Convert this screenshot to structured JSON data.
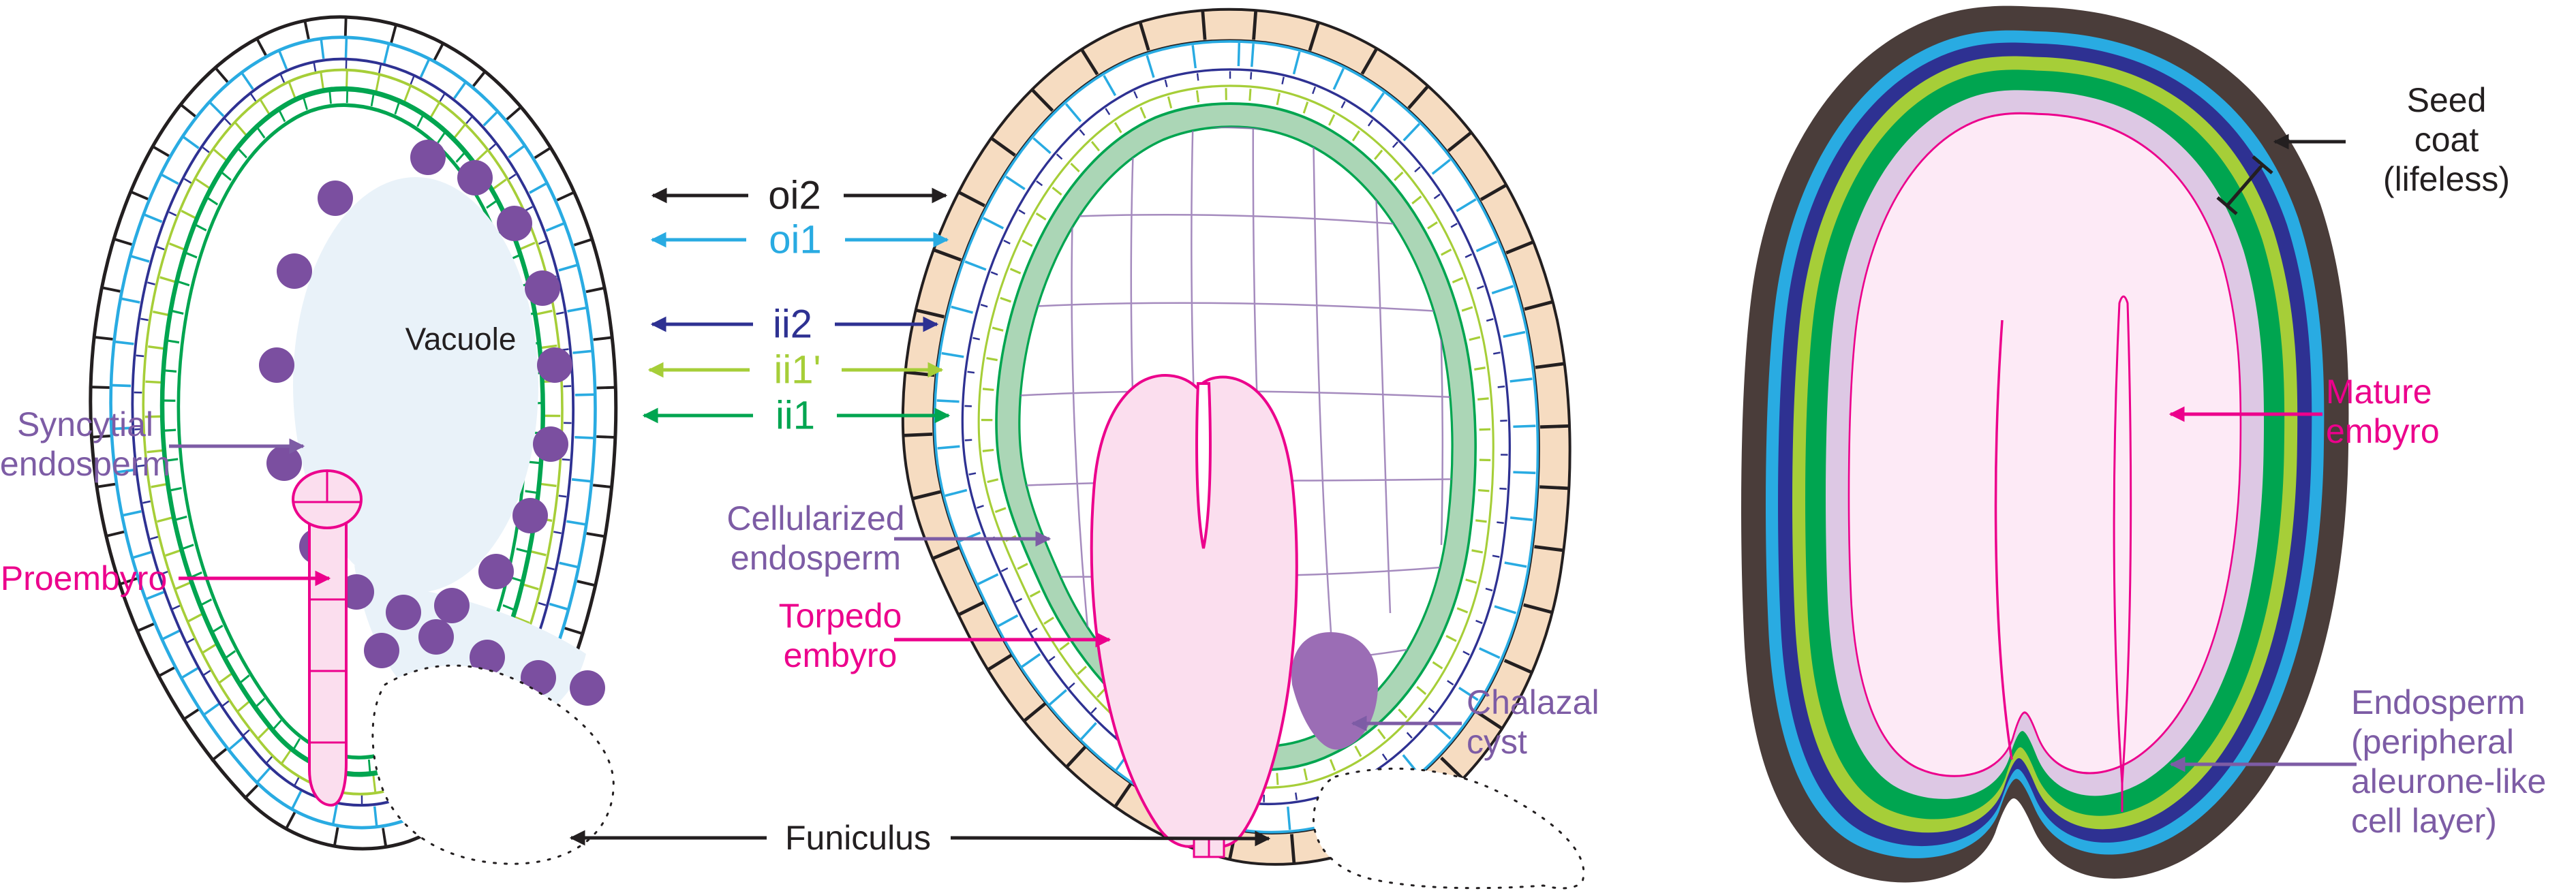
{
  "figure": {
    "description": "Seed development diagram with three stages: early ovule with syncytial endosperm, intermediate seed with cellularized endosperm and torpedo embryo, and mature seed",
    "stage_names": [
      "early-ovule",
      "torpedo-stage-seed",
      "mature-seed"
    ]
  },
  "labels": {
    "integument_layers": [
      {
        "id": "oi2",
        "label": "oi2",
        "color": "#231f20"
      },
      {
        "id": "oi1",
        "label": "oi1",
        "color": "#29abe2"
      },
      {
        "id": "ii2",
        "label": "ii2",
        "color": "#2e3192"
      },
      {
        "id": "ii1p",
        "label": "ii1'",
        "color": "#a6ce38"
      },
      {
        "id": "ii1",
        "label": "ii1",
        "color": "#00a550"
      }
    ],
    "early_stage": {
      "syncytial_endosperm": "Syncytial\nendosperm",
      "proembryo": "Proembyro",
      "vacuole": "Vacuole"
    },
    "mid_stage": {
      "cellularized_endosperm": "Cellularized\nendosperm",
      "torpedo_embryo": "Torpedo\nembyro",
      "chalazal_cyst": "Chalazal\ncyst"
    },
    "shared": {
      "funiculus": "Funiculus"
    },
    "mature_stage": {
      "seed_coat": "Seed coat\n(lifeless)",
      "mature_embryo": "Mature\nembyro",
      "endosperm": "Endosperm\n(peripheral\naleurone-like\ncell layer)"
    }
  },
  "colors": {
    "oi2_layer": "#231f20",
    "oi1_layer": "#29abe2",
    "ii2_layer": "#2e3192",
    "ii1_prime_layer": "#a6ce38",
    "ii1_layer": "#00a550",
    "peach_cells": "#f6dcc1",
    "green_band_fill": "#abd6b6",
    "vacuole_fill": "#e9f2f9",
    "syncytial_nuclei": "#7b4fa0",
    "embryo_fill": "#fbdeee",
    "embryo_outline": "#ec008c",
    "cellularized_cell_walls": "#8f6fae",
    "chalazal_cyst_fill": "#9b6db5",
    "seed_coat_brown": "#4a3d3a",
    "mature_endosperm_fill": "#ddc8e4",
    "mature_embryo_fill": "#fdeaf6",
    "label_purple": "#7d5ca5",
    "label_magenta": "#ec008c",
    "label_black": "#231f20"
  }
}
